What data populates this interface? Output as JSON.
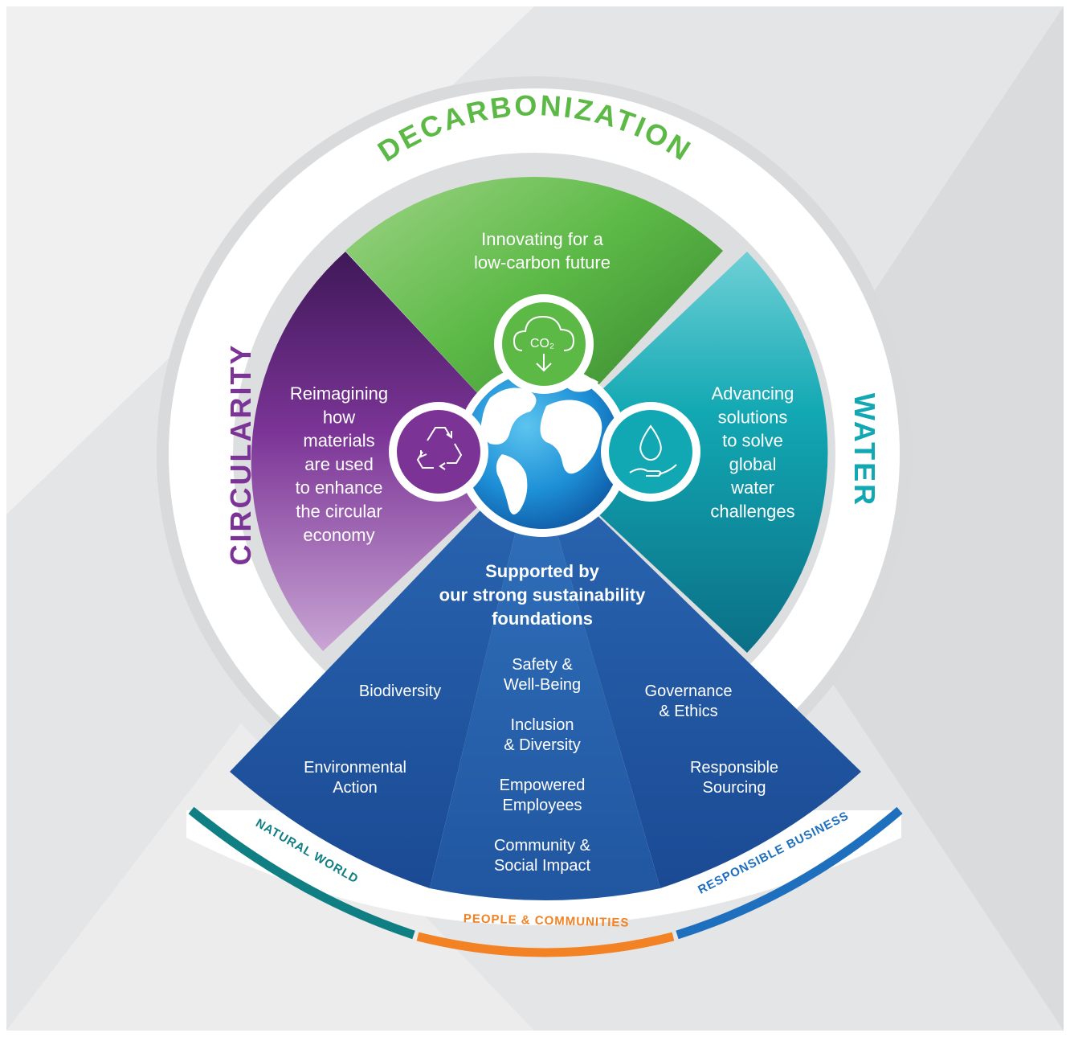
{
  "pillars": {
    "decarbonization": {
      "label": "DECARBONIZATION",
      "text": [
        "Innovating for a",
        "low-carbon future"
      ],
      "color": "#5cb946",
      "icon": "co2-cloud-icon",
      "icon_text": "CO₂"
    },
    "water": {
      "label": "WATER",
      "text": [
        "Advancing",
        "solutions",
        "to solve",
        "global",
        "water",
        "challenges"
      ],
      "color": "#12a8b3",
      "icon": "water-drop-hand-icon"
    },
    "circularity": {
      "label": "CIRCULARITY",
      "text": [
        "Reimagining",
        "how",
        "materials",
        "are used",
        "to enhance",
        "the circular",
        "economy"
      ],
      "color": "#7b3496",
      "icon": "recycle-icon"
    }
  },
  "foundations": {
    "title": [
      "Supported by",
      "our strong sustainability",
      "foundations"
    ],
    "natural_world": {
      "label": "NATURAL WORLD",
      "color": "#0f7f83",
      "items": [
        [
          "Biodiversity"
        ],
        [
          "Environmental",
          "Action"
        ]
      ]
    },
    "people": {
      "label": "PEOPLE & COMMUNITIES",
      "color": "#f28223",
      "items": [
        [
          "Safety &",
          "Well-Being"
        ],
        [
          "Inclusion",
          "& Diversity"
        ],
        [
          "Empowered",
          "Employees"
        ],
        [
          "Community &",
          "Social Impact"
        ]
      ]
    },
    "business": {
      "label": "RESPONSIBLE BUSINESS",
      "color": "#1f6fbf",
      "items": [
        [
          "Governance",
          "& Ethics"
        ],
        [
          "Responsible",
          "Sourcing"
        ]
      ]
    }
  },
  "center": {
    "icon": "globe-icon"
  }
}
